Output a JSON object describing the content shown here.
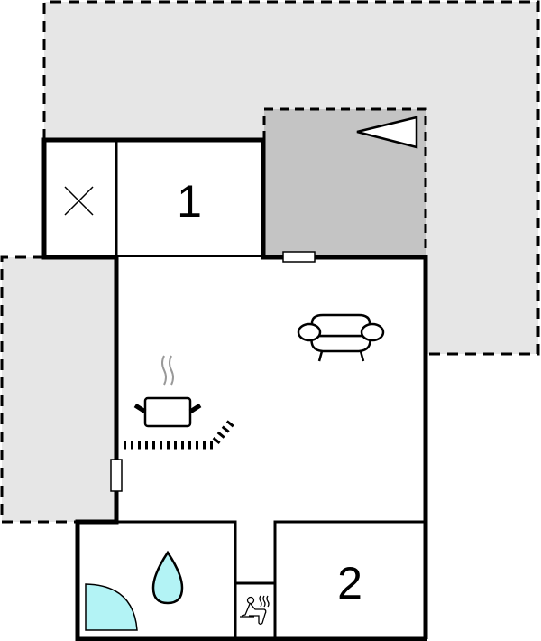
{
  "floorplan": {
    "rooms": [
      {
        "id": "bedroom-1",
        "label": "1"
      },
      {
        "id": "bedroom-2",
        "label": "2"
      },
      {
        "id": "storage",
        "icon": "x-mark-icon"
      },
      {
        "id": "living-kitchen",
        "icons": [
          "sofa-icon",
          "cooking-pot-icon",
          "stove-icon"
        ]
      },
      {
        "id": "bathroom",
        "icons": [
          "water-drop-icon",
          "shower-icon"
        ]
      },
      {
        "id": "sauna",
        "icon": "sauna-icon"
      }
    ],
    "outdoor_areas": [
      {
        "id": "terrace-top-right",
        "fill": "#e6e6e6"
      },
      {
        "id": "terrace-left",
        "fill": "#e6e6e6"
      },
      {
        "id": "covered-terrace",
        "fill": "#c4c4c4",
        "icon": "triangle-marker-icon"
      }
    ],
    "colors": {
      "wall": "#000000",
      "terrace": "#e6e6e6",
      "covered": "#c4c4c4",
      "water": "#b3f3f5"
    }
  }
}
